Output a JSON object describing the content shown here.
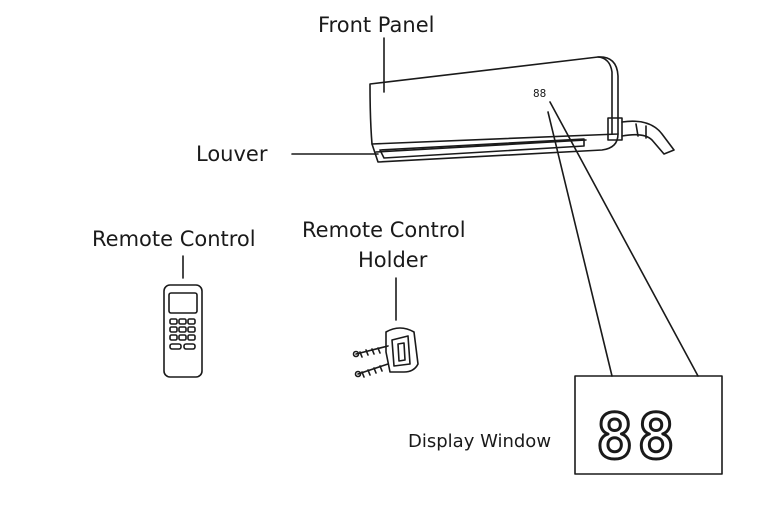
{
  "labels": {
    "front_panel": "Front Panel",
    "louver": "Louver",
    "remote_control": "Remote Control",
    "holder_line1": "Remote Control",
    "holder_line2": "Holder",
    "display_window": "Display Window"
  },
  "display": {
    "small_readout": "88",
    "big_readout": "88"
  },
  "colors": {
    "stroke": "#1a1a1a",
    "background": "#ffffff"
  }
}
